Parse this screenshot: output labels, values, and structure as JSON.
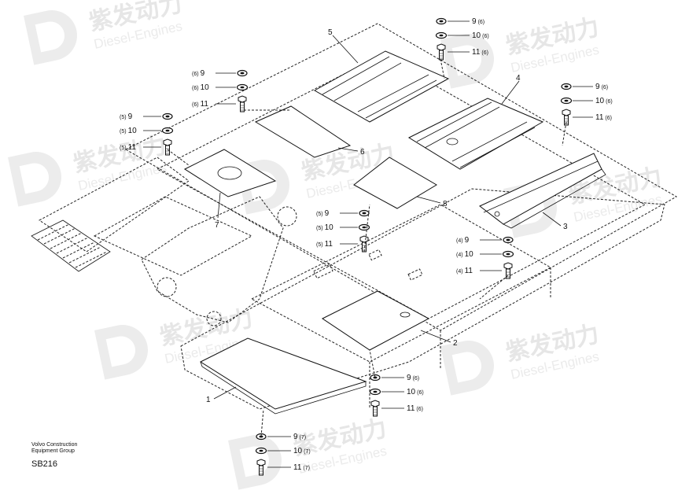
{
  "watermark": {
    "brand_cn": "紫发动力",
    "brand_en": "Diesel-Engines"
  },
  "footer": {
    "org_line1": "Volvo Construction",
    "org_line2": "Equipment Group",
    "code": "SB216"
  },
  "callouts": [
    {
      "id": "c1",
      "num": "1"
    },
    {
      "id": "c2",
      "num": "2"
    },
    {
      "id": "c3",
      "num": "3"
    },
    {
      "id": "c4",
      "num": "4"
    },
    {
      "id": "c5",
      "num": "5"
    },
    {
      "id": "c6",
      "num": "6"
    },
    {
      "id": "c7",
      "num": "7"
    },
    {
      "id": "c8",
      "num": "8"
    }
  ],
  "fastener_groups": [
    {
      "name": "top-center",
      "qty": "(6)",
      "items": [
        "9",
        "10",
        "11"
      ]
    },
    {
      "name": "top-right",
      "qty": "(6)",
      "items": [
        "9",
        "10",
        "11"
      ]
    },
    {
      "name": "upper-left",
      "qty": "(6)",
      "items": [
        "9",
        "10",
        "11"
      ]
    },
    {
      "name": "left",
      "qty": "(5)",
      "items": [
        "9",
        "10",
        "11"
      ]
    },
    {
      "name": "center",
      "qty": "(5)",
      "items": [
        "9",
        "10",
        "11"
      ]
    },
    {
      "name": "right",
      "qty": "(4)",
      "items": [
        "9",
        "10",
        "11"
      ]
    },
    {
      "name": "bottom-right",
      "qty": "(6)",
      "items": [
        "9",
        "10",
        "11"
      ]
    },
    {
      "name": "bottom",
      "qty": "(7)",
      "items": [
        "9",
        "10",
        "11"
      ]
    }
  ]
}
